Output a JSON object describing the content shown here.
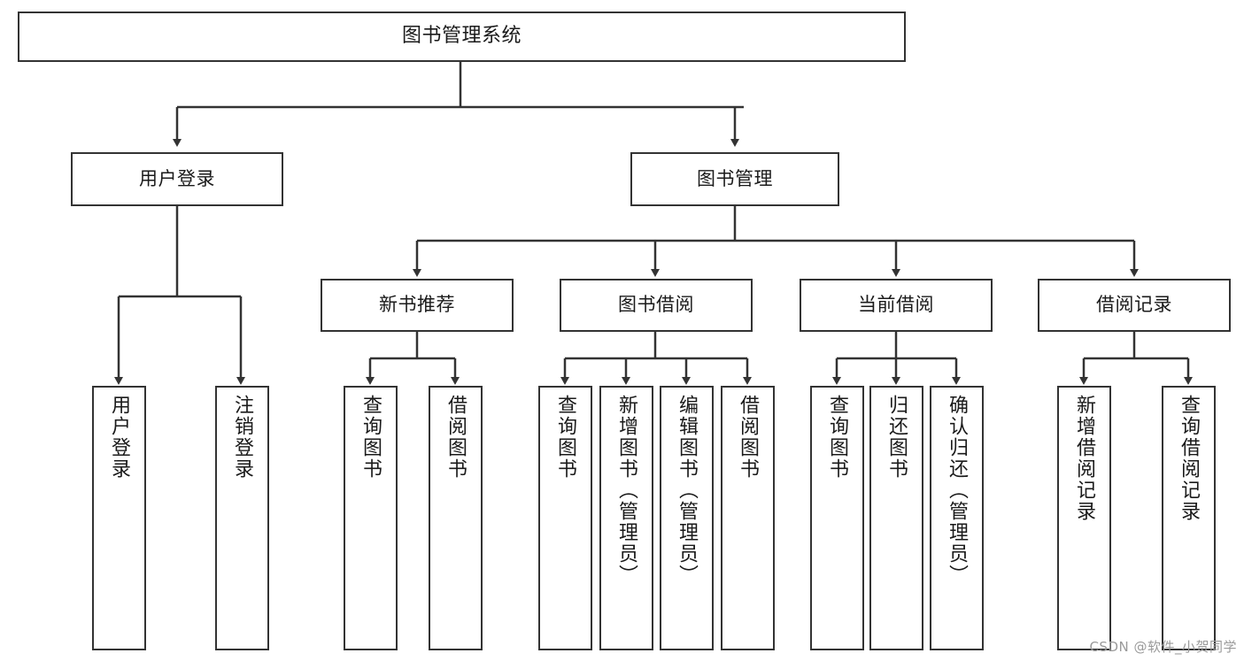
{
  "diagram": {
    "type": "tree",
    "title": "图书管理系统",
    "theme": {
      "background": "#ffffff",
      "node_border": "#333333",
      "node_fill": "#ffffff",
      "edge_color": "#333333",
      "text_color": "#1a1a1a",
      "watermark_color": "#9a9a9a"
    },
    "nodes": {
      "root": {
        "label": "图书管理系统",
        "level": 0,
        "orientation": "horizontal"
      },
      "user_login": {
        "label": "用户登录",
        "level": 1,
        "orientation": "horizontal"
      },
      "book_manage": {
        "label": "图书管理",
        "level": 1,
        "orientation": "horizontal"
      },
      "new_book_rec": {
        "label": "新书推荐",
        "level": 2,
        "orientation": "horizontal"
      },
      "book_borrow": {
        "label": "图书借阅",
        "level": 2,
        "orientation": "horizontal"
      },
      "current_borrow": {
        "label": "当前借阅",
        "level": 2,
        "orientation": "horizontal"
      },
      "borrow_record": {
        "label": "借阅记录",
        "level": 2,
        "orientation": "horizontal"
      },
      "leaf_user_login": {
        "label": "用户登录",
        "level": 3,
        "orientation": "vertical"
      },
      "leaf_logout": {
        "label": "注销登录",
        "level": 3,
        "orientation": "vertical"
      },
      "leaf_query_book_1": {
        "label": "查询图书",
        "level": 3,
        "orientation": "vertical"
      },
      "leaf_borrow_book_1": {
        "label": "借阅图书",
        "level": 3,
        "orientation": "vertical"
      },
      "leaf_query_book_2": {
        "label": "查询图书",
        "level": 3,
        "orientation": "vertical"
      },
      "leaf_add_book": {
        "label": "新增图书（管理员）",
        "level": 3,
        "orientation": "vertical"
      },
      "leaf_edit_book": {
        "label": "编辑图书（管理员）",
        "level": 3,
        "orientation": "vertical"
      },
      "leaf_borrow_book_2": {
        "label": "借阅图书",
        "level": 3,
        "orientation": "vertical"
      },
      "leaf_query_book_3": {
        "label": "查询图书",
        "level": 3,
        "orientation": "vertical"
      },
      "leaf_return_book": {
        "label": "归还图书",
        "level": 3,
        "orientation": "vertical"
      },
      "leaf_confirm_return": {
        "label": "确认归还（管理员）",
        "level": 3,
        "orientation": "vertical"
      },
      "leaf_add_record": {
        "label": "新增借阅记录",
        "level": 3,
        "orientation": "vertical"
      },
      "leaf_query_record": {
        "label": "查询借阅记录",
        "level": 3,
        "orientation": "vertical"
      }
    },
    "edges": [
      {
        "from": "root",
        "to": "user_login"
      },
      {
        "from": "root",
        "to": "book_manage"
      },
      {
        "from": "book_manage",
        "to": "new_book_rec"
      },
      {
        "from": "book_manage",
        "to": "book_borrow"
      },
      {
        "from": "book_manage",
        "to": "current_borrow"
      },
      {
        "from": "book_manage",
        "to": "borrow_record"
      },
      {
        "from": "user_login",
        "to": "leaf_user_login"
      },
      {
        "from": "user_login",
        "to": "leaf_logout"
      },
      {
        "from": "new_book_rec",
        "to": "leaf_query_book_1"
      },
      {
        "from": "new_book_rec",
        "to": "leaf_borrow_book_1"
      },
      {
        "from": "book_borrow",
        "to": "leaf_query_book_2"
      },
      {
        "from": "book_borrow",
        "to": "leaf_add_book"
      },
      {
        "from": "book_borrow",
        "to": "leaf_edit_book"
      },
      {
        "from": "book_borrow",
        "to": "leaf_borrow_book_2"
      },
      {
        "from": "current_borrow",
        "to": "leaf_query_book_3"
      },
      {
        "from": "current_borrow",
        "to": "leaf_return_book"
      },
      {
        "from": "current_borrow",
        "to": "leaf_confirm_return"
      },
      {
        "from": "borrow_record",
        "to": "leaf_add_record"
      },
      {
        "from": "borrow_record",
        "to": "leaf_query_record"
      }
    ]
  },
  "watermark": {
    "text": "CSDN @软件_小贺同学"
  }
}
